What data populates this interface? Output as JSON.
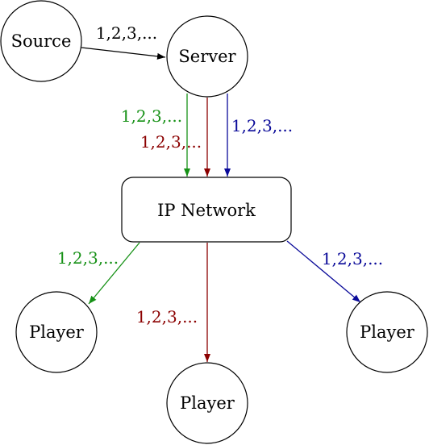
{
  "colors": {
    "black": "#000000",
    "green": "#169116",
    "red": "#8b0000",
    "blue": "#0a0a99"
  },
  "nodes": {
    "source": "Source",
    "server": "Server",
    "network": "IP Network",
    "player_left": "Player",
    "player_center": "Player",
    "player_right": "Player"
  },
  "edge_labels": {
    "source_to_server": "1,2,3,...",
    "server_to_network_green": "1,2,3,...",
    "server_to_network_red": "1,2,3,...",
    "server_to_network_blue": "1,2,3,...",
    "network_to_player_left": "1,2,3,...",
    "network_to_player_center": "1,2,3,...",
    "network_to_player_right": "1,2,3,..."
  }
}
